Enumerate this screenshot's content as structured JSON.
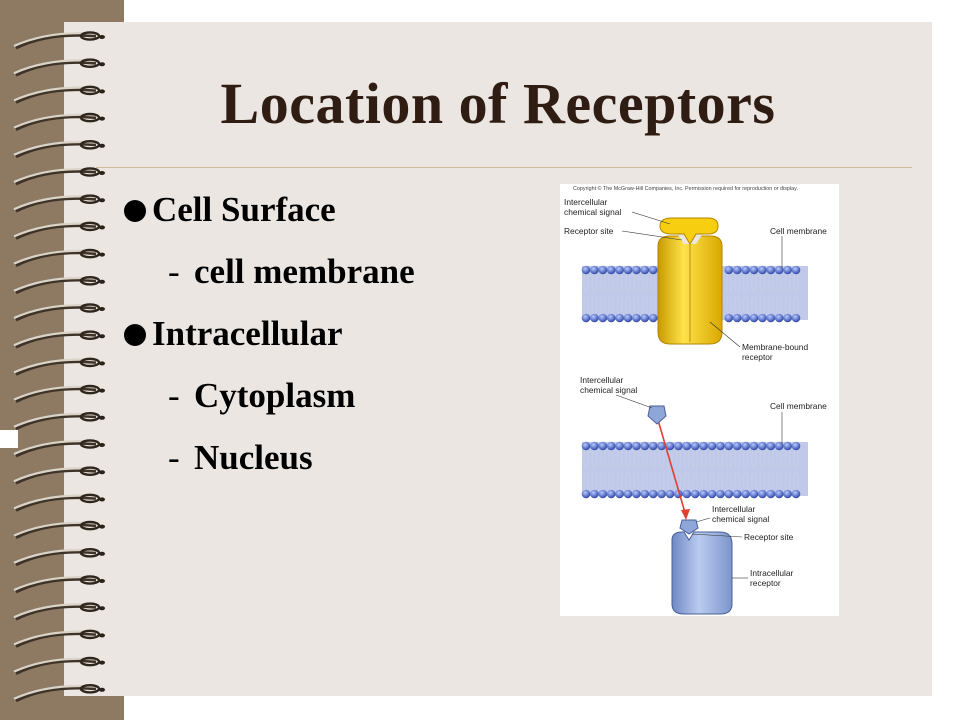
{
  "slide": {
    "title": "Location of Receptors",
    "bullets": [
      {
        "text": "Cell Surface",
        "subitems": [
          {
            "text": "cell membrane"
          }
        ]
      },
      {
        "text": "Intracellular",
        "subitems": [
          {
            "text": "Cytoplasm"
          },
          {
            "text": "Nucleus"
          }
        ]
      }
    ],
    "subitem_marker": "-"
  },
  "figure": {
    "copyright": "Copyright © The McGraw-Hill Companies, Inc. Permission required for reproduction or display.",
    "top_panel": {
      "chemical_signal_line1": "Intercellular",
      "chemical_signal_line2": "chemical signal",
      "receptor_site": "Receptor site",
      "cell_membrane": "Cell membrane",
      "membrane_receptor_line1": "Membrane-bound",
      "membrane_receptor_line2": "receptor"
    },
    "bottom_panel": {
      "chemical_signal_line1": "Intercellular",
      "chemical_signal_line2": "chemical signal",
      "cell_membrane": "Cell membrane",
      "inner_signal_line1": "Intercellular",
      "inner_signal_line2": "chemical signal",
      "receptor_site": "Receptor site",
      "intracellular_receptor_line1": "Intracellular",
      "intracellular_receptor_line2": "receptor"
    }
  },
  "colors": {
    "binding": "#8e7a63",
    "slide_background": "#ebe6e1",
    "title_text": "#2f1c12",
    "membrane_blue": "#3f5ab8",
    "receptor_yellow": "#f2c400",
    "intracellular_receptor": "#8fa6d8",
    "signal_arrow": "#e04030"
  }
}
